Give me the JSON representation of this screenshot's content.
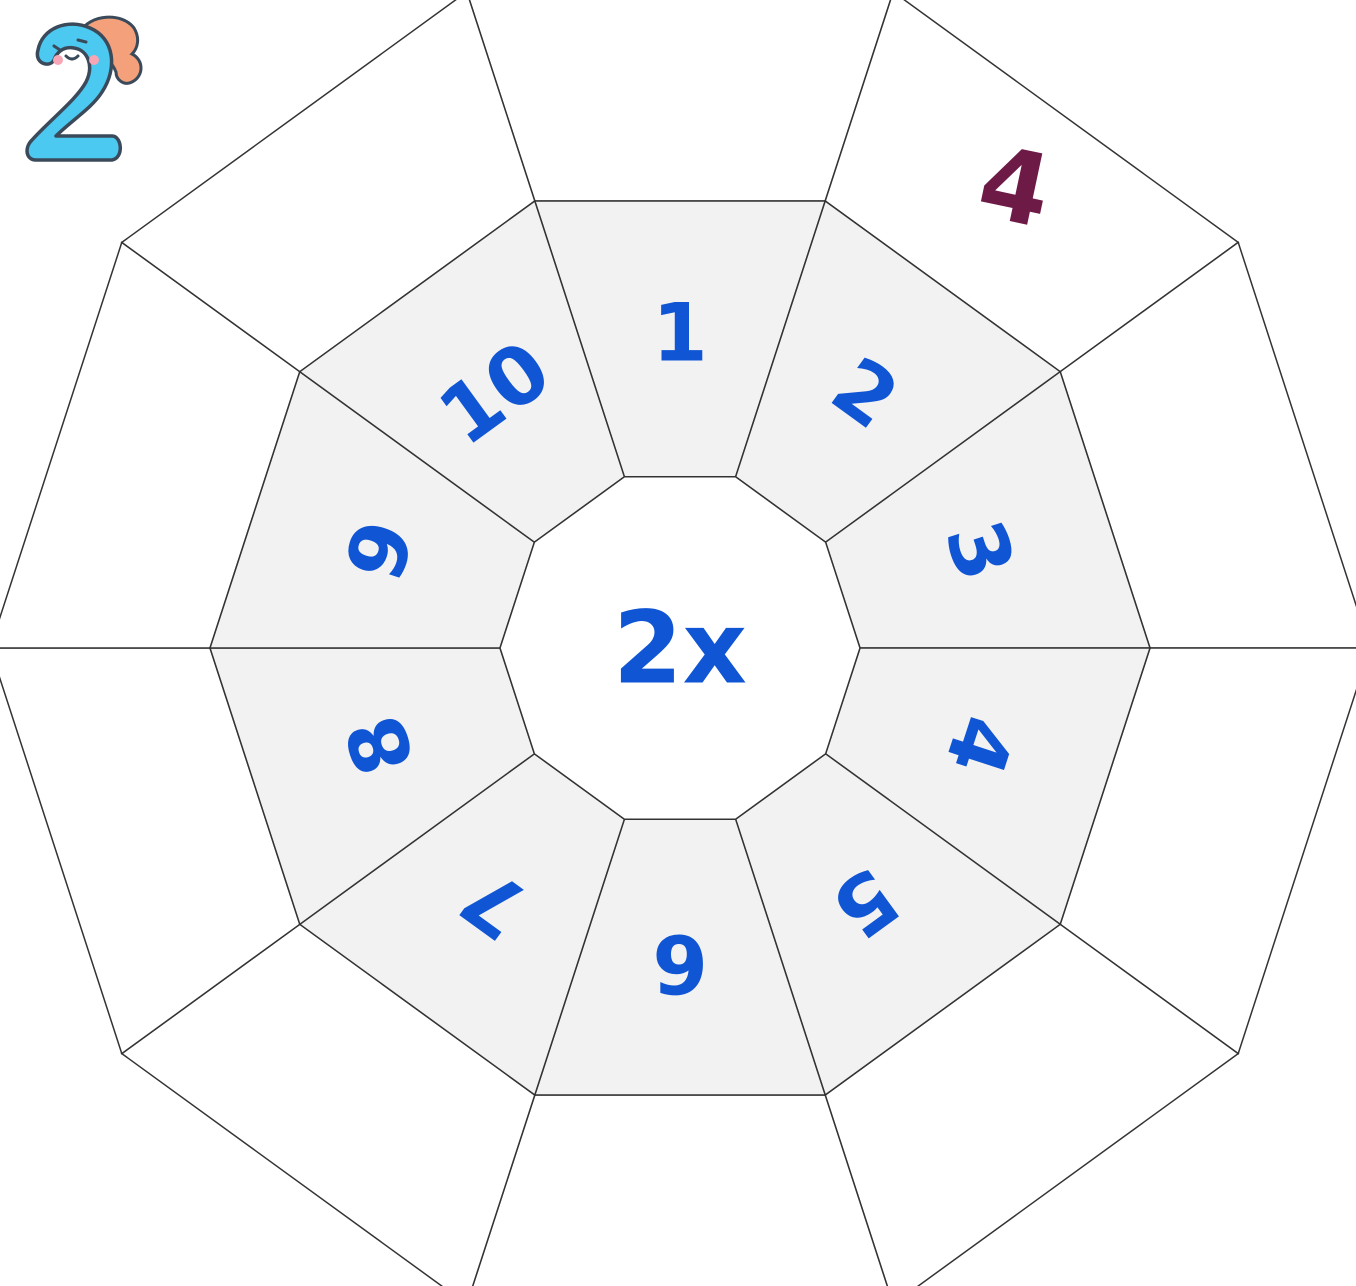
{
  "wheel": {
    "center_label": "2x",
    "inner_numbers": [
      "1",
      "2",
      "3",
      "4",
      "5",
      "6",
      "7",
      "8",
      "9",
      "10"
    ],
    "outer_answers": [
      "",
      "4",
      "",
      "",
      "",
      "",
      "",
      "",
      "",
      ""
    ]
  },
  "mascot": {
    "digit": "2",
    "icon": "number-two-mascot-icon"
  },
  "colors": {
    "line": "#333333",
    "inner_ring_fill": "#f2f2f3",
    "outer_ring_fill": "#ffffff",
    "number_ink": "#0f55d4",
    "answer_ink": "#6e1a47",
    "mascot_body": "#4cc9f0",
    "mascot_bandana": "#f4a07a",
    "mascot_outline": "#3b4a5a"
  }
}
